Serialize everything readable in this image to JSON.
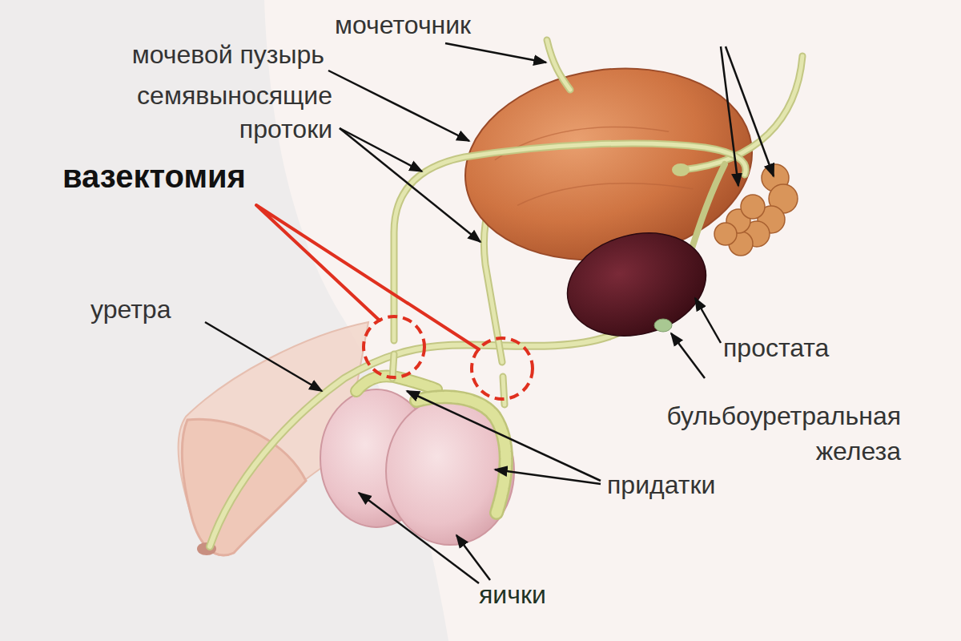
{
  "diagram": {
    "labels": [
      "мочеточник",
      "мочевой пузырь",
      "семявыносящие протоки",
      "вазектомия",
      "уретра",
      "простата",
      "бульбоуретральная железа",
      "придатки",
      "яички"
    ]
  }
}
